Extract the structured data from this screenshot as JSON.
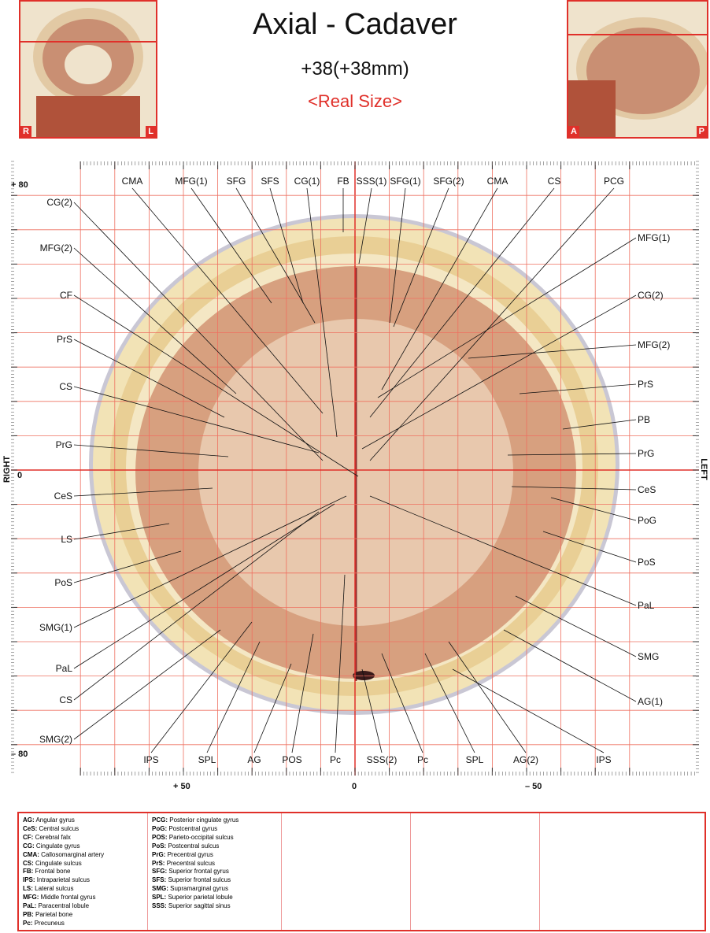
{
  "header": {
    "title": "Axial - Cadaver",
    "position": "+38(+38mm)",
    "scale": "<Real Size>"
  },
  "thumbnails": {
    "coronal": {
      "left": "R",
      "right": "L"
    },
    "sagittal": {
      "left": "A",
      "right": "P"
    }
  },
  "axes": {
    "top": "+ 80",
    "zero": "0",
    "bottom": "– 80",
    "x_left": "+ 50",
    "x_center": "0",
    "x_right": "– 50",
    "side_left": "RIGHT",
    "side_right": "LEFT"
  },
  "labels": {
    "top": [
      "CMA",
      "MFG(1)",
      "SFG",
      "SFS",
      "CG(1)",
      "FB",
      "SSS(1)",
      "SFG(1)",
      "SFG(2)",
      "CMA",
      "CS",
      "PCG"
    ],
    "left": [
      "CG(2)",
      "MFG(2)",
      "CF",
      "PrS",
      "CS",
      "PrG",
      "CeS",
      "LS",
      "PoS",
      "SMG(1)",
      "PaL",
      "CS",
      "SMG(2)"
    ],
    "right": [
      "MFG(1)",
      "CG(2)",
      "MFG(2)",
      "PrS",
      "PB",
      "PrG",
      "CeS",
      "PoG",
      "PoS",
      "PaL",
      "SMG",
      "AG(1)"
    ],
    "bottom": [
      "IPS",
      "SPL",
      "AG",
      "POS",
      "Pc",
      "SSS(2)",
      "Pc",
      "SPL",
      "AG(2)",
      "IPS"
    ]
  },
  "legend": [
    [
      {
        "abbr": "AG:",
        "full": "Angular gyrus"
      },
      {
        "abbr": "CeS:",
        "full": "Central sulcus"
      },
      {
        "abbr": "CF:",
        "full": "Cerebral falx"
      },
      {
        "abbr": "CG:",
        "full": "Cingulate gyrus"
      },
      {
        "abbr": "CMA:",
        "full": "Callosomarginal artery"
      },
      {
        "abbr": "CS:",
        "full": "Cingulate sulcus"
      },
      {
        "abbr": "FB:",
        "full": "Frontal bone"
      },
      {
        "abbr": "IPS:",
        "full": "Intraparietal sulcus"
      },
      {
        "abbr": "LS:",
        "full": "Lateral sulcus"
      },
      {
        "abbr": "MFG:",
        "full": "Middle frontal gyrus"
      },
      {
        "abbr": "PaL:",
        "full": "Paracentral lobule"
      },
      {
        "abbr": "PB:",
        "full": "Parietal bone"
      },
      {
        "abbr": "Pc:",
        "full": "Precuneus"
      }
    ],
    [
      {
        "abbr": "PCG:",
        "full": "Posterior cingulate gyrus"
      },
      {
        "abbr": "PoG:",
        "full": "Postcentral gyrus"
      },
      {
        "abbr": "POS:",
        "full": "Parieto-occipital sulcus"
      },
      {
        "abbr": "PoS:",
        "full": "Postcentral sulcus"
      },
      {
        "abbr": "PrG:",
        "full": "Precentral gyrus"
      },
      {
        "abbr": "PrS:",
        "full": "Precentral sulcus"
      },
      {
        "abbr": "SFG:",
        "full": "Superior frontal gyrus"
      },
      {
        "abbr": "SFS:",
        "full": "Superior frontal sulcus"
      },
      {
        "abbr": "SMG:",
        "full": "Supramarginal gyrus"
      },
      {
        "abbr": "SPL:",
        "full": "Superior parietal lobule"
      },
      {
        "abbr": "SSS:",
        "full": "Superior sagittal sinus"
      }
    ]
  ],
  "colors": {
    "accent": "#e0302a"
  }
}
